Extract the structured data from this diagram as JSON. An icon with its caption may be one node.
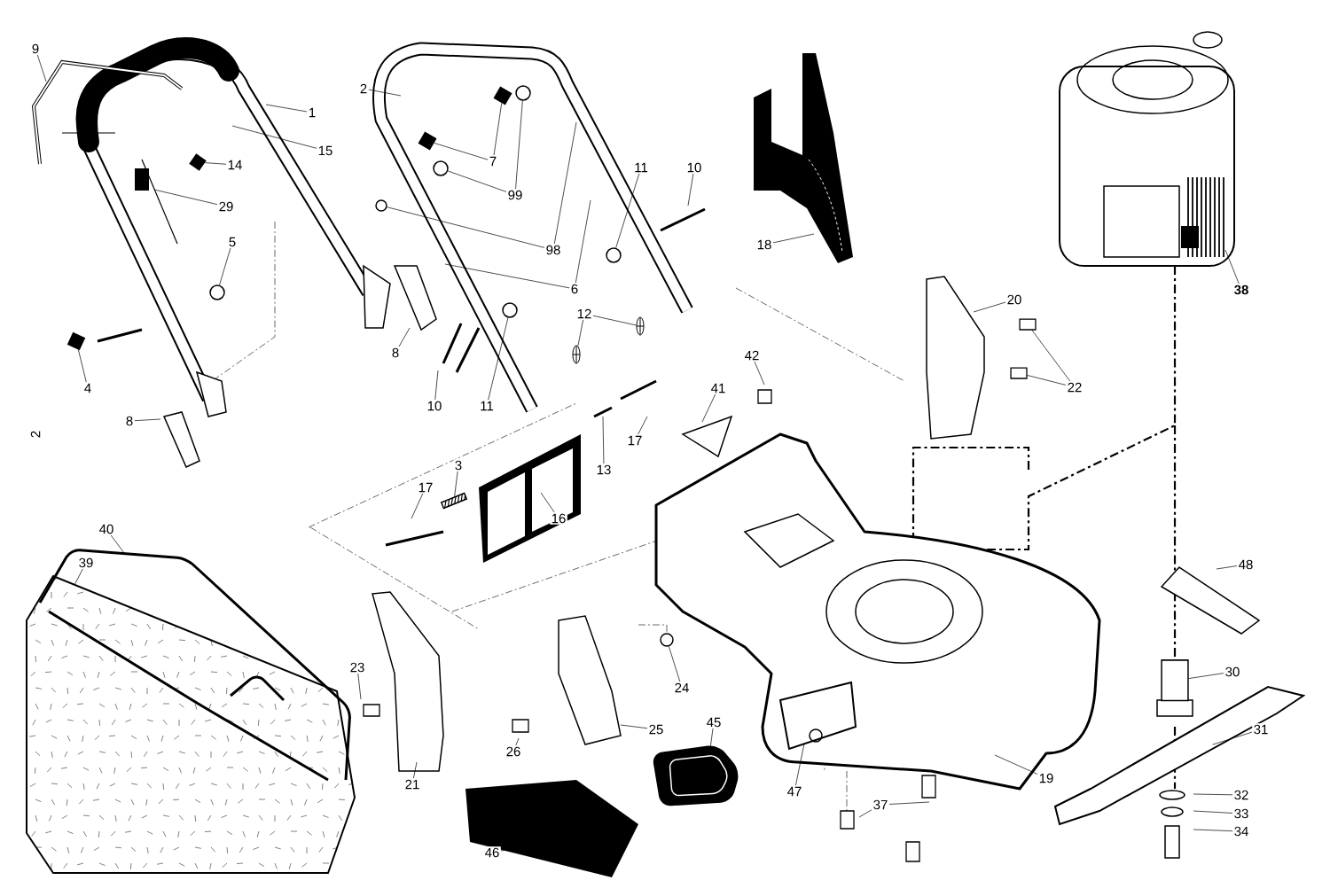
{
  "diagram": {
    "nodes": [
      {
        "text": [
          "9"
        ]
      },
      {
        "text": [
          "2"
        ]
      },
      {
        "text": [
          "1"
        ]
      },
      {
        "text": [
          "15"
        ]
      },
      {
        "text": [
          "7"
        ]
      },
      {
        "text": [
          "14"
        ]
      },
      {
        "text": [
          "11"
        ]
      },
      {
        "text": [
          "10"
        ]
      },
      {
        "text": [
          "99"
        ]
      },
      {
        "text": [
          "29"
        ]
      },
      {
        "text": [
          "5"
        ]
      },
      {
        "text": [
          "18"
        ]
      },
      {
        "text": [
          "98"
        ]
      },
      {
        "text": [
          "6"
        ]
      },
      {
        "text": [
          "38"
        ]
      },
      {
        "text": [
          "20"
        ]
      },
      {
        "text": [
          "12"
        ]
      },
      {
        "text": [
          "8"
        ]
      },
      {
        "text": [
          "42"
        ]
      },
      {
        "text": [
          "4"
        ]
      },
      {
        "text": [
          "22"
        ]
      },
      {
        "text": [
          "41"
        ]
      },
      {
        "text": [
          "10"
        ]
      },
      {
        "text": [
          "11"
        ]
      },
      {
        "text": [
          "8"
        ]
      },
      {
        "text": [
          "17"
        ]
      },
      {
        "text": [
          "3"
        ]
      },
      {
        "text": [
          "13"
        ]
      },
      {
        "text": [
          "17"
        ]
      },
      {
        "text": [
          "16"
        ]
      },
      {
        "text": [
          "40"
        ]
      },
      {
        "text": [
          "39"
        ]
      },
      {
        "text": [
          "48"
        ]
      },
      {
        "text": [
          "30"
        ]
      },
      {
        "text": [
          "23"
        ]
      },
      {
        "text": [
          "24"
        ]
      },
      {
        "text": [
          "45"
        ]
      },
      {
        "text": [
          "31"
        ]
      },
      {
        "text": [
          "25"
        ]
      },
      {
        "text": [
          "26"
        ]
      },
      {
        "text": [
          "19"
        ]
      },
      {
        "text": [
          "21"
        ]
      },
      {
        "text": [
          "47"
        ]
      },
      {
        "text": [
          "32"
        ]
      },
      {
        "text": [
          "37"
        ]
      },
      {
        "text": [
          "33"
        ]
      },
      {
        "text": [
          "34"
        ]
      },
      {
        "text": [
          "46"
        ]
      },
      {
        "text": [],
        "shape": "picture"
      },
      {
        "text": [],
        "shape": "picture"
      },
      {
        "text": [],
        "shape": "picture"
      },
      {
        "text": [],
        "shape": "picture"
      },
      {
        "text": [],
        "shape": "circle"
      },
      {
        "text": [],
        "shape": "circle"
      },
      {
        "text": [],
        "shape": "circle"
      },
      {
        "text": [],
        "shape": "circle"
      },
      {
        "text": [],
        "shape": "circle"
      },
      {
        "text": [],
        "shape": "circle"
      },
      {
        "text": [],
        "shape": "circle"
      },
      {
        "text": [],
        "shape": "picture"
      },
      {
        "text": [],
        "shape": "picture"
      },
      {
        "text": [],
        "shape": "box"
      },
      {
        "text": [],
        "shape": "box"
      },
      {
        "text": [],
        "shape": "picture"
      },
      {
        "text": [],
        "shape": "cylinder"
      },
      {
        "text": [],
        "shape": "picture"
      }
    ],
    "edges": [
      {
        "from": 0,
        "to": null,
        "arrow": "none"
      },
      {
        "from": 1,
        "to": null,
        "arrow": "none"
      },
      {
        "from": 2,
        "to": null,
        "arrow": "none"
      },
      {
        "from": 3,
        "to": null,
        "arrow": "none"
      },
      {
        "from": 4,
        "to": 50,
        "arrow": "none"
      },
      {
        "from": 4,
        "to": 51,
        "arrow": "none"
      },
      {
        "from": 5,
        "to": 49,
        "arrow": "none"
      },
      {
        "from": 6,
        "to": 57,
        "arrow": "none"
      },
      {
        "from": 7,
        "to": null,
        "arrow": "none"
      },
      {
        "from": 8,
        "to": 56,
        "arrow": "none"
      },
      {
        "from": 8,
        "to": 54,
        "arrow": "none"
      },
      {
        "from": 9,
        "to": null,
        "arrow": "none"
      },
      {
        "from": 10,
        "to": 52,
        "arrow": "none"
      },
      {
        "from": 11,
        "to": null,
        "arrow": "none"
      },
      {
        "from": 12,
        "to": 53,
        "arrow": "none"
      },
      {
        "from": 12,
        "to": null,
        "arrow": "none"
      },
      {
        "from": 13,
        "to": null,
        "arrow": "none"
      },
      {
        "from": 13,
        "to": null,
        "arrow": "none"
      },
      {
        "from": 14,
        "to": null,
        "arrow": "none"
      },
      {
        "from": 15,
        "to": null,
        "arrow": "none"
      },
      {
        "from": 16,
        "to": 59,
        "arrow": "none"
      },
      {
        "from": 16,
        "to": 60,
        "arrow": "none"
      },
      {
        "from": 17,
        "to": null,
        "arrow": "none"
      },
      {
        "from": 18,
        "to": null,
        "arrow": "none"
      },
      {
        "from": 19,
        "to": 48,
        "arrow": "none"
      },
      {
        "from": 20,
        "to": 61,
        "arrow": "none"
      },
      {
        "from": 20,
        "to": 62,
        "arrow": "none"
      },
      {
        "from": 21,
        "to": null,
        "arrow": "none"
      },
      {
        "from": 22,
        "to": null,
        "arrow": "none"
      },
      {
        "from": 23,
        "to": 55,
        "arrow": "none"
      },
      {
        "from": 24,
        "to": null,
        "arrow": "none"
      },
      {
        "from": 25,
        "to": null,
        "arrow": "none"
      },
      {
        "from": 26,
        "to": 63,
        "arrow": "none"
      },
      {
        "from": 27,
        "to": null,
        "arrow": "none"
      },
      {
        "from": 28,
        "to": null,
        "arrow": "none"
      },
      {
        "from": 29,
        "to": null,
        "arrow": "none"
      },
      {
        "from": 30,
        "to": null,
        "arrow": "none"
      },
      {
        "from": 31,
        "to": null,
        "arrow": "none"
      },
      {
        "from": 32,
        "to": null,
        "arrow": "none"
      },
      {
        "from": 33,
        "to": 64,
        "arrow": "none"
      },
      {
        "from": 34,
        "to": null,
        "arrow": "none"
      },
      {
        "from": 35,
        "to": 58,
        "arrow": "none"
      },
      {
        "from": 36,
        "to": null,
        "arrow": "none"
      },
      {
        "from": 37,
        "to": 65,
        "arrow": "none"
      },
      {
        "from": 38,
        "to": null,
        "arrow": "none"
      },
      {
        "from": 39,
        "to": null,
        "arrow": "none"
      },
      {
        "from": 40,
        "to": null,
        "arrow": "none"
      },
      {
        "from": 41,
        "to": null,
        "arrow": "none"
      },
      {
        "from": 42,
        "to": null,
        "arrow": "none"
      },
      {
        "from": 43,
        "to": null,
        "arrow": "none"
      },
      {
        "from": 44,
        "to": null,
        "arrow": "none"
      },
      {
        "from": 44,
        "to": null,
        "arrow": "none"
      },
      {
        "from": 45,
        "to": null,
        "arrow": "none"
      },
      {
        "from": 46,
        "to": null,
        "arrow": "none"
      },
      {
        "from": 47,
        "to": null,
        "arrow": "none"
      }
    ],
    "labels": [
      "2"
    ]
  }
}
